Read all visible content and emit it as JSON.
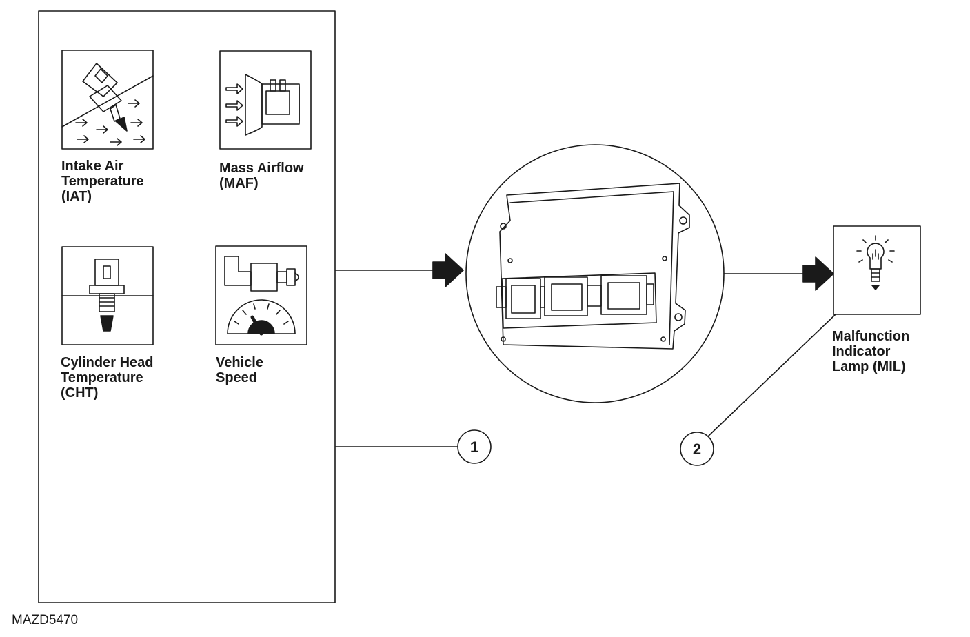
{
  "sensors": {
    "iat": {
      "lines": [
        "Intake Air",
        "Temperature",
        "(IAT)"
      ]
    },
    "maf": {
      "lines": [
        "Mass Airflow",
        "(MAF)"
      ]
    },
    "cht": {
      "lines": [
        "Cylinder Head",
        "Temperature",
        "(CHT)"
      ]
    },
    "speed": {
      "lines": [
        "Vehicle",
        "Speed"
      ]
    }
  },
  "output": {
    "lines": [
      "Malfunction",
      "Indicator",
      "Lamp (MIL)"
    ]
  },
  "callouts": {
    "one": "1",
    "two": "2"
  },
  "figure_code": "MAZD5470",
  "icons": [
    "iat-sensor-icon",
    "maf-sensor-icon",
    "cht-sensor-icon",
    "vehicle-speed-icon",
    "pcm-module-icon",
    "mil-lamp-icon",
    "arrow-right-icon"
  ],
  "colors": {
    "ink": "#1a1a1a",
    "background": "#ffffff"
  }
}
